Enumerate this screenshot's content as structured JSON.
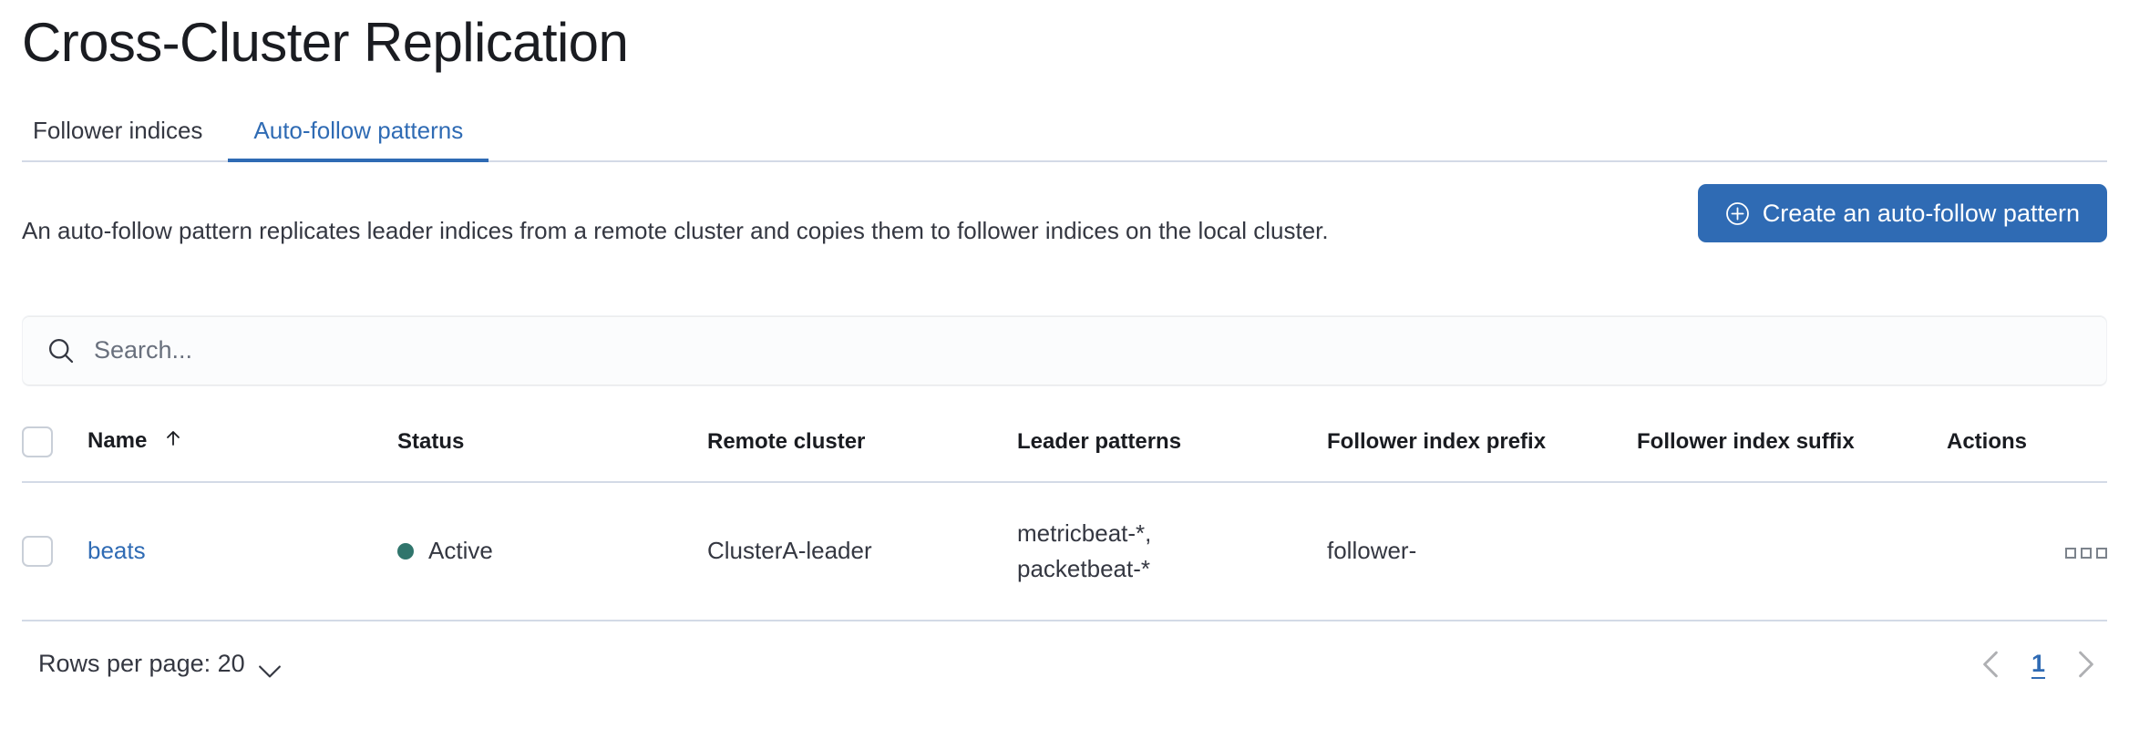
{
  "page": {
    "title": "Cross-Cluster Replication"
  },
  "tabs": [
    {
      "label": "Follower indices",
      "active": false
    },
    {
      "label": "Auto-follow patterns",
      "active": true
    }
  ],
  "intro": {
    "description": "An auto-follow pattern replicates leader indices from a remote cluster and copies them to follower indices on the local cluster.",
    "create_button_label": "Create an auto-follow pattern",
    "create_button_icon": "plus-in-circle-icon"
  },
  "search": {
    "placeholder": "Search...",
    "value": "",
    "icon": "search-icon"
  },
  "table": {
    "select_all_checkbox": "unchecked",
    "sort_column": "Name",
    "sort_direction": "asc",
    "sort_icon": "sort-up-arrow-icon",
    "columns": [
      "Name",
      "Status",
      "Remote cluster",
      "Leader patterns",
      "Follower index prefix",
      "Follower index suffix",
      "Actions"
    ],
    "rows": [
      {
        "checkbox": "unchecked",
        "name": "beats",
        "status": "Active",
        "status_color": "#30756c",
        "remote_cluster": "ClusterA-leader",
        "leader_patterns": "metricbeat-*,\npacketbeat-*",
        "follower_index_prefix": "follower-",
        "follower_index_suffix": "",
        "actions_icon": "boxes-horizontal-icon"
      }
    ]
  },
  "footer": {
    "rows_per_page_label": "Rows per page: 20",
    "rows_per_page_icon": "chevron-down-icon",
    "pagination": {
      "previous_icon": "chevron-left-icon",
      "next_icon": "chevron-right-icon",
      "current_page": "1"
    }
  },
  "colors": {
    "primary": "#2f6bb4",
    "text": "#343741",
    "heading": "#1a1c21",
    "border": "#d3dae6",
    "success": "#30756c",
    "search_background": "#fbfcfd"
  }
}
